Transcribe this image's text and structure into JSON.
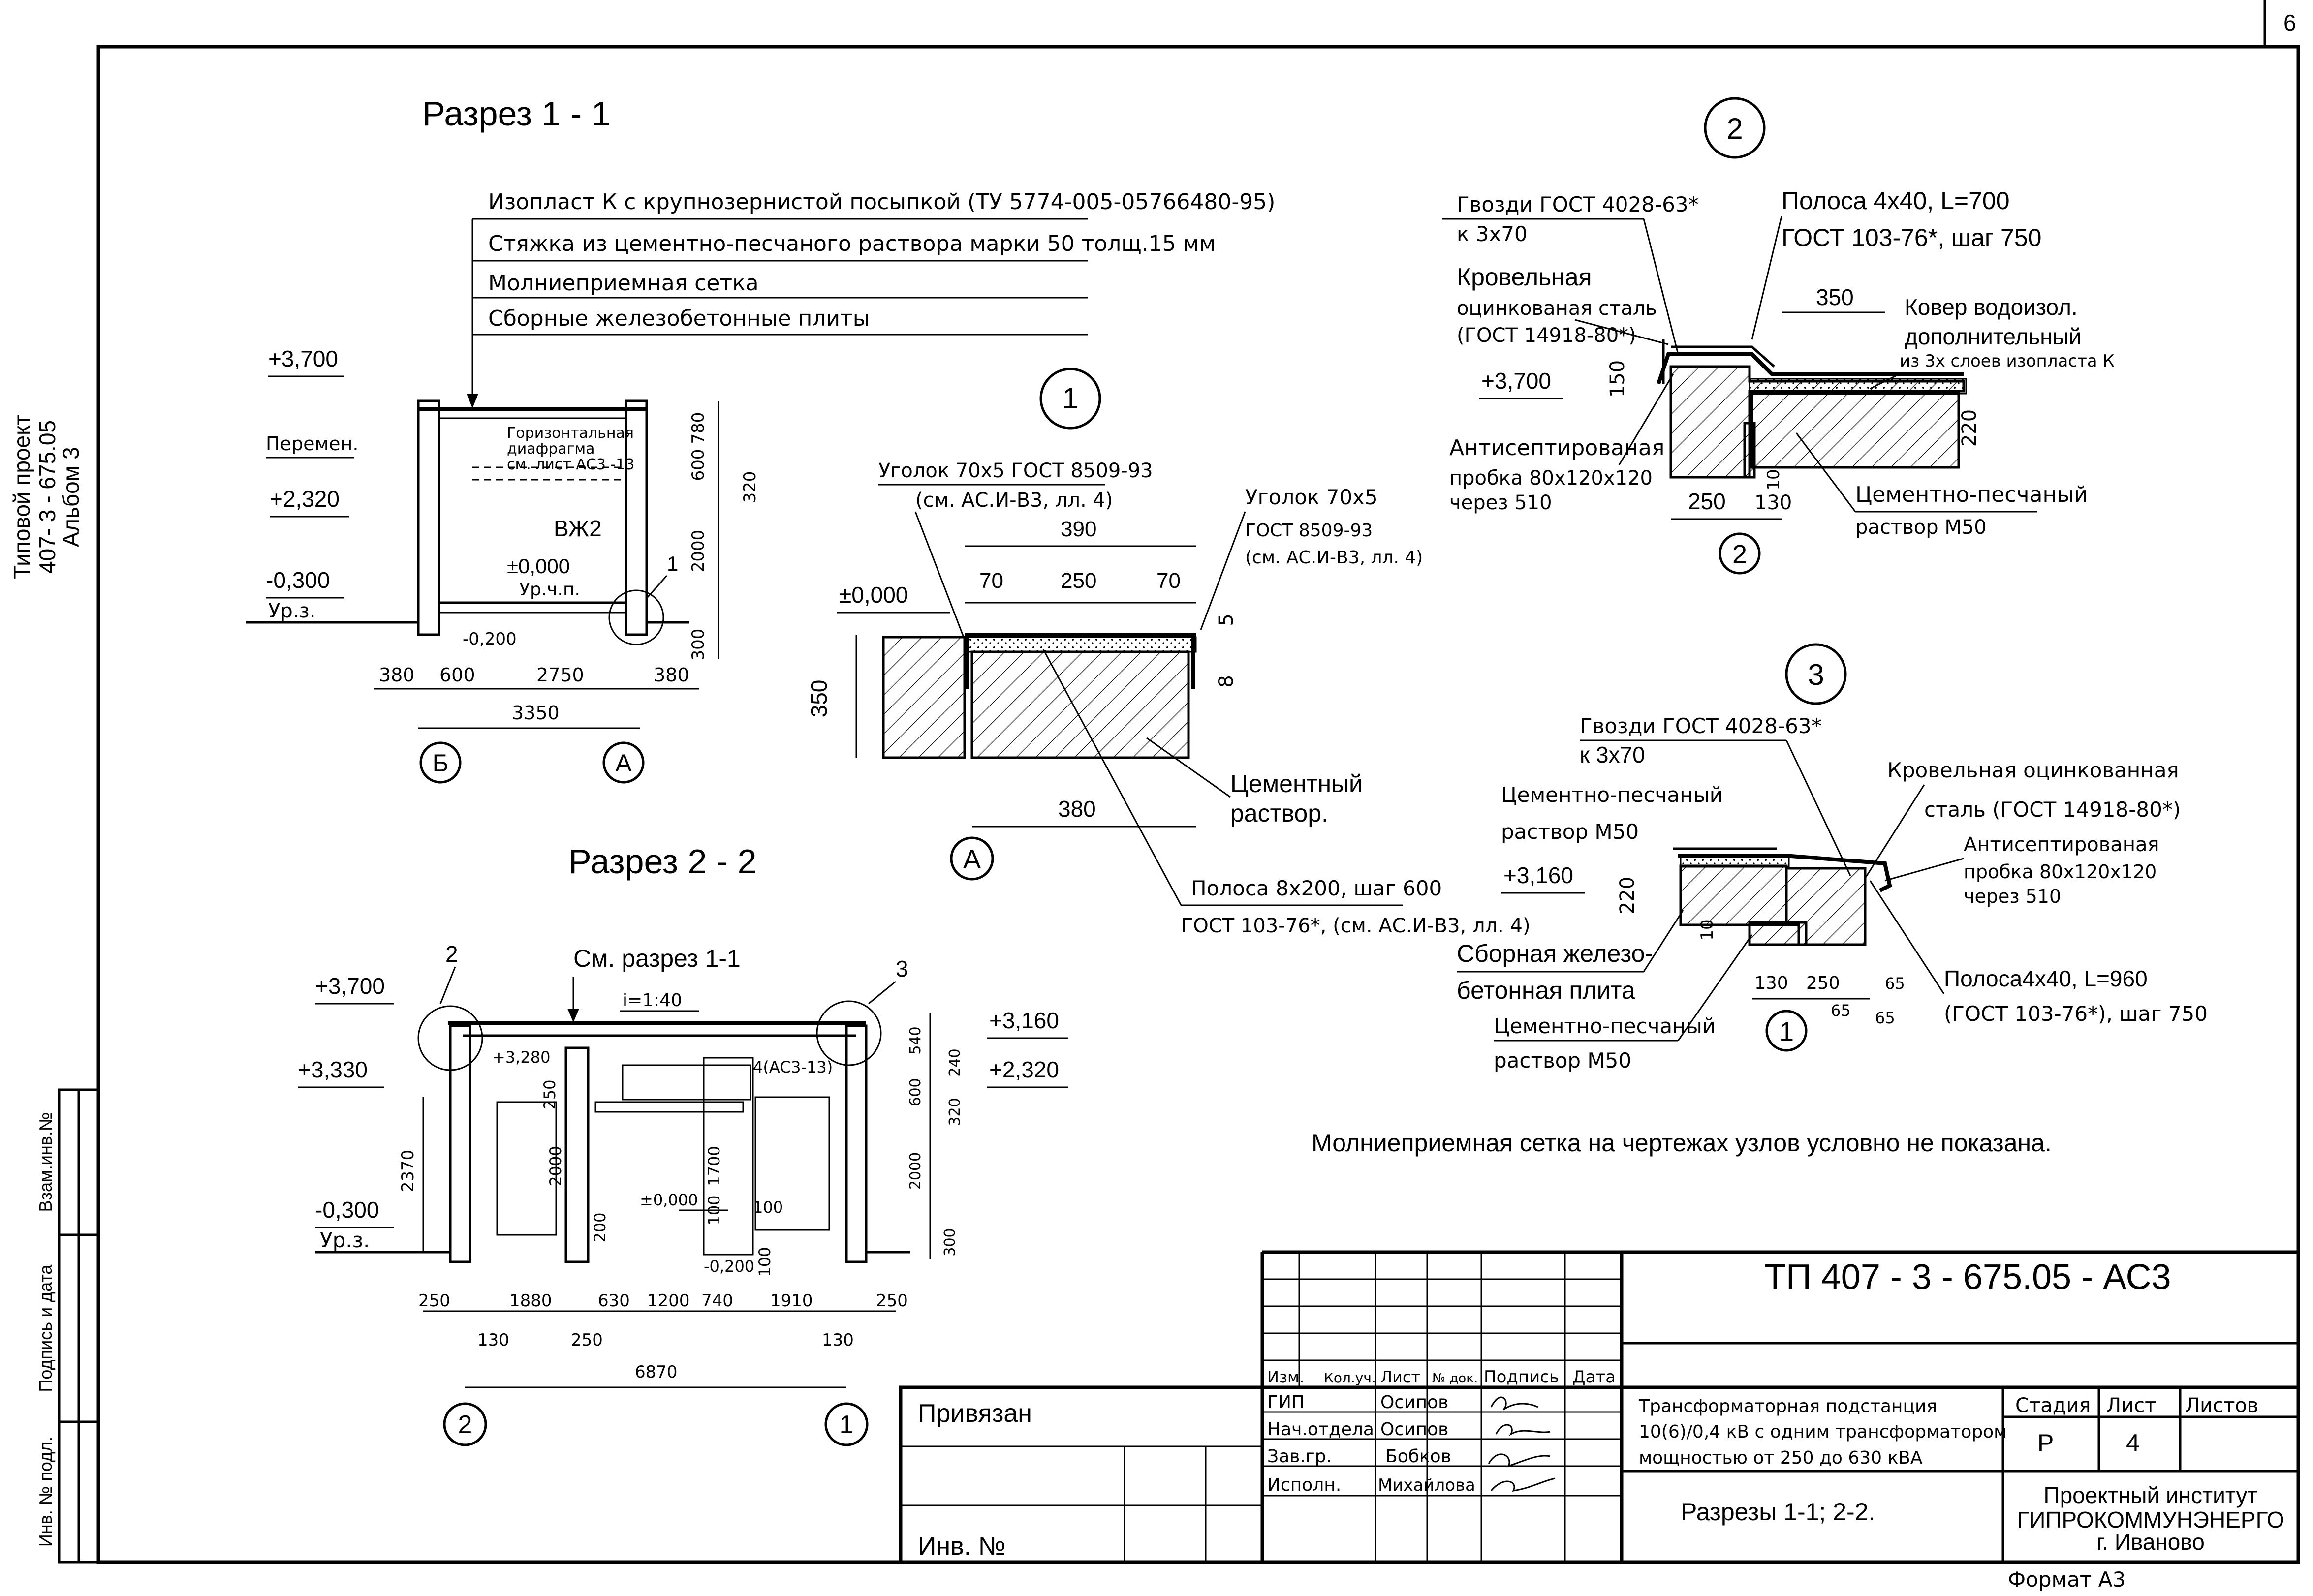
{
  "sheet_number": "6",
  "side_stamp": {
    "line1": "Типовой проект",
    "line2": "407- 3 - 675.05",
    "line3": "Альбом 3"
  },
  "left_column": {
    "vzam": "Взам.инв.№",
    "sign_date": "Подпись и дата",
    "inv_podl": "Инв. № подл."
  },
  "section11": {
    "title": "Разрез  1 - 1",
    "layers": [
      "Изопласт К с крупнозернистой посыпкой (ТУ 5774-005-05766480-95)",
      "Стяжка из цементно-песчаного раствора марки 50   толщ.15 мм",
      "Молниеприемная сетка",
      "Сборные железобетонные плиты"
    ],
    "lev_3700": "+3,700",
    "lev_var": "Перемен.",
    "lev_2320": "+2,320",
    "lev_m300": "-0,300",
    "ground": "Ур.з.",
    "diaphragm": [
      "Горизонтальная",
      "диафрагма",
      "см. лист АС3 -13"
    ],
    "vzh2": "ВЖ2",
    "lev_0": "±0,000",
    "floor": "Ур.ч.п.",
    "lev_m200": "-0,200",
    "callout": "1",
    "dims_bottom": [
      "380",
      "600",
      "2750",
      "380"
    ],
    "dim_total": "3350",
    "dims_right": [
      "780",
      "600",
      "320",
      "2000",
      "300"
    ],
    "axis_b": "Б",
    "axis_a": "А"
  },
  "section22": {
    "title": "Разрез  2 - 2",
    "see": "См. разрез 1-1",
    "slope": "i=1:40",
    "callout2": "2",
    "callout3": "3",
    "lev_3700": "+3,700",
    "lev_3330": "+3,330",
    "lev_3280": "+3,280",
    "lev_m300": "-0,300",
    "ground": "Ур.з.",
    "lev_3160": "+3,160",
    "lev_2320": "+2,320",
    "ref_ac3": "4(АС3-13)",
    "inner_dims": [
      "250",
      "2000",
      "1700",
      "100",
      "100",
      "100",
      "200",
      "±0,000",
      "-0,200"
    ],
    "left_dim": "2370",
    "right_dims": [
      "540",
      "240",
      "600",
      "320",
      "2000",
      "300"
    ],
    "dims_bottom": [
      "250",
      "1880",
      "630",
      "1200",
      "740",
      "1910",
      "250"
    ],
    "dims_bottom2": [
      "130",
      "250",
      "130"
    ],
    "dim_total": "6870",
    "axis_2": "2",
    "axis_1": "1"
  },
  "node1": {
    "num": "1",
    "angle_a": [
      "Уголок 70х5 ГОСТ 8509-93",
      "(см. АС.И-В3,  лл. 4)"
    ],
    "angle_b": [
      "Уголок 70х5",
      "ГОСТ 8509-93",
      "(см. АС.И-В3,  лл. 4)"
    ],
    "dim_390": "390",
    "dims": [
      "70",
      "250",
      "70"
    ],
    "lev_0": "±0,000",
    "dim_350": "350",
    "dim_5": "5",
    "dim_8": "8",
    "dim_380": "380",
    "cement": [
      "Цементный",
      "раствор."
    ],
    "axis": "А",
    "strip": [
      "Полоса 8х200, шаг 600",
      "ГОСТ 103-76*, (см. АС.И-В3, лл. 4)"
    ]
  },
  "node2": {
    "num": "2",
    "nails": [
      "Гвозди ГОСТ 4028-63*",
      "к 3х70"
    ],
    "strip": [
      "Полоса 4х40, L=700",
      "ГОСТ 103-76*, шаг 750"
    ],
    "roof": [
      "Кровельная",
      "оцинкованая сталь",
      "(ГОСТ 14918-80*)"
    ],
    "dim_350": "350",
    "carpet": [
      "Ковер водоизол.",
      "дополнительный",
      "из 3х слоев изопласта К"
    ],
    "lev": "+3,700",
    "dim_150": "150",
    "dim_220": "220",
    "dim_10": "10",
    "plug": [
      "Антисептированая",
      "пробка 80х120х120",
      "через 510"
    ],
    "mortar": [
      "Цементно-песчаный",
      "раствор  М50"
    ],
    "dims_bottom": [
      "250",
      "130"
    ],
    "axis": "2"
  },
  "node3": {
    "num": "3",
    "nails": [
      "Гвозди ГОСТ 4028-63*",
      "к 3х70"
    ],
    "roof": [
      "Кровельная оцинкованная",
      "сталь (ГОСТ 14918-80*)"
    ],
    "mortar1": [
      "Цементно-песчаный",
      "раствор  М50"
    ],
    "plug": [
      "Антисептированая",
      "пробка 80х120х120",
      "через 510"
    ],
    "lev": "+3,160",
    "dim_220": "220",
    "dim_10": "10",
    "slab": [
      "Сборная железо-",
      "бетонная плита"
    ],
    "mortar2": [
      "Цементно-песчаный",
      "раствор  М50"
    ],
    "strip": [
      "Полоса4х40, L=960",
      "(ГОСТ 103-76*), шаг 750"
    ],
    "dims_bottom": [
      "130",
      "250",
      "65",
      "65",
      "65"
    ],
    "axis": "1"
  },
  "note": "Молниеприемная сетка на чертежах узлов условно не показана.",
  "title_block": {
    "code": "ТП   407 - 3 - 675.05 - АС3",
    "privyazan": "Привязан",
    "inv": "Инв. №",
    "head": [
      "Изм.",
      "Кол.уч.",
      "Лист",
      "№ док.",
      "Подпись",
      "Дата"
    ],
    "roles": [
      "ГИП",
      "Нач.отдела",
      "Зав.гр.",
      "Исполн."
    ],
    "names": [
      "Осипов",
      "Осипов",
      "Бобков",
      "Михайлова"
    ],
    "object": [
      "Трансформаторная подстанция",
      "10(6)/0,4 кВ с одним трансформатором",
      "мощностью от 250 до 630 кВА"
    ],
    "stage_h": "Стадия",
    "sheet_h": "Лист",
    "sheets_h": "Листов",
    "stage": "Р",
    "sheet": "4",
    "drawing": "Разрезы 1-1; 2-2.",
    "org": [
      "Проектный институт",
      "ГИПРОКОММУНЭНЕРГО",
      "г. Иваново"
    ],
    "format": "Формат А3"
  }
}
